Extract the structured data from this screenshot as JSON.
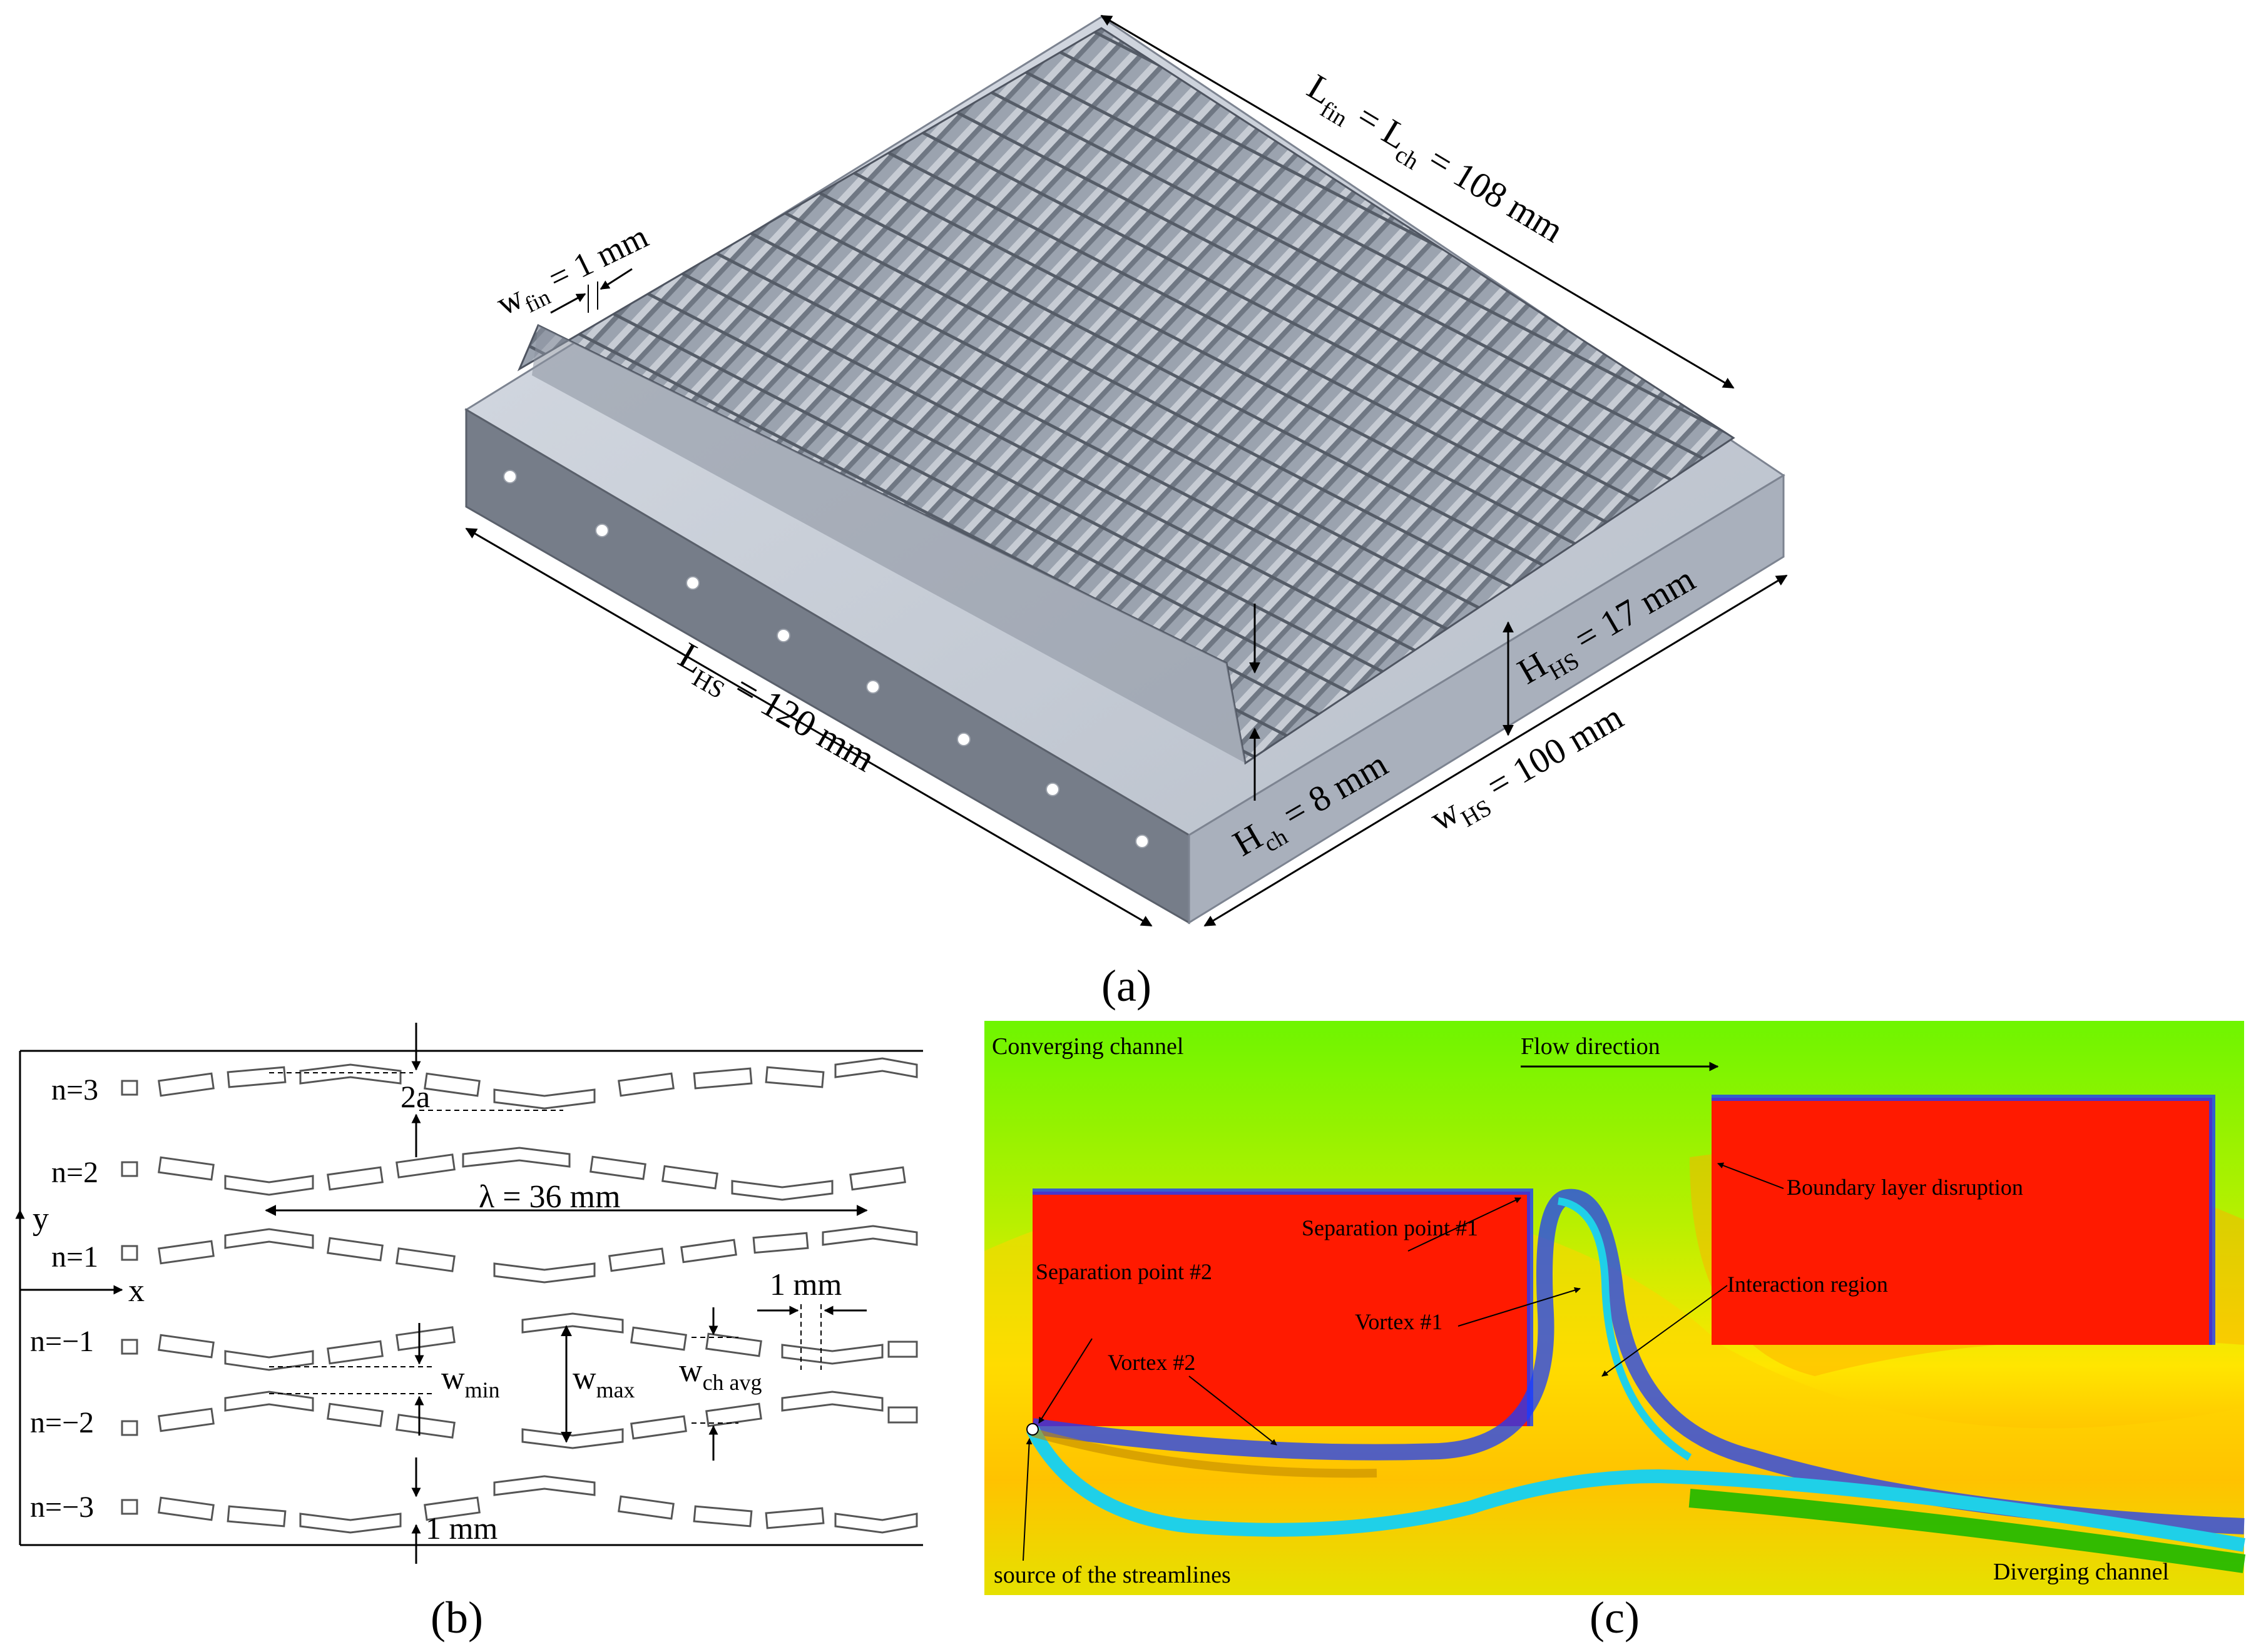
{
  "panel_a": {
    "caption": "(a)",
    "w_fin": {
      "sym": "w",
      "sub": "fin",
      "value": " = 1 mm"
    },
    "l_fin": {
      "sym1": "L",
      "sub1": "fin",
      "mid": " = L",
      "sub2": "ch",
      "value": " = 108 mm"
    },
    "l_hs": {
      "sym": "L",
      "sub": "HS",
      "value": " = 120 mm"
    },
    "h_ch": {
      "sym": "H",
      "sub": "ch",
      "value": " = 8 mm"
    },
    "h_hs": {
      "sym": "H",
      "sub": "HS",
      "value": " = 17 mm"
    },
    "w_hs": {
      "sym": "w",
      "sub": "HS",
      "value": " = 100 mm"
    }
  },
  "panel_b": {
    "caption": "(b)",
    "rows": [
      "n=3",
      "n=2",
      "n=1",
      "n=−1",
      "n=−2",
      "n=−3"
    ],
    "axis_y": "y",
    "axis_x": "x",
    "amplitude": "2a",
    "wavelength": "λ = 36 mm",
    "gap_1": "1 mm",
    "gap_2": "1 mm",
    "w_min": {
      "sym": "w",
      "sub": "min"
    },
    "w_max": {
      "sym": "w",
      "sub": "max"
    },
    "w_ch_avg": {
      "sym": "w",
      "sub": "ch avg"
    }
  },
  "panel_c": {
    "caption": "(c)",
    "labels": {
      "converging": "Converging channel",
      "flow": "Flow direction",
      "boundary": "Boundary layer disruption",
      "sep1": "Separation point #1",
      "sep2": "Separation point #2",
      "vortex1": "Vortex #1",
      "vortex2": "Vortex #2",
      "interaction": "Interaction region",
      "source": "source of the streamlines",
      "diverging": "Diverging channel"
    },
    "colors": {
      "field_high": "#ff1a00",
      "field_mid": "#ffd400",
      "field_low": "#6ef500",
      "streamline": "#1fd0e8",
      "vortex": "#1a3cff"
    }
  }
}
